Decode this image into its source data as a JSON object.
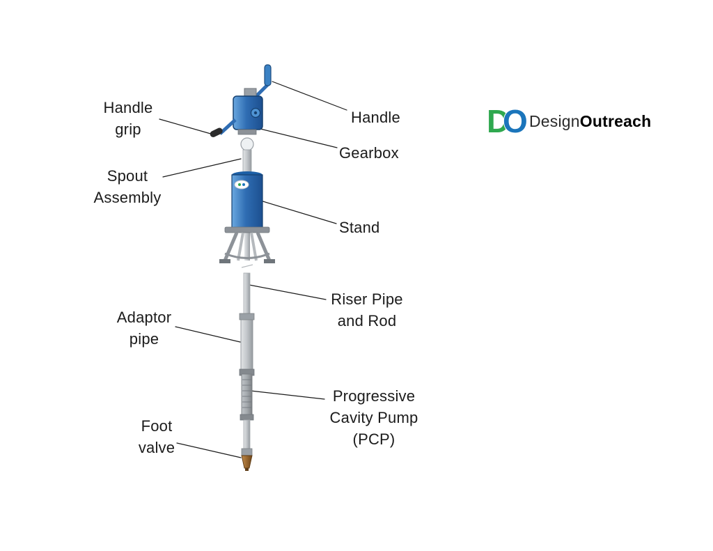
{
  "logo": {
    "icon": {
      "d": "D",
      "o": "O"
    },
    "name_regular": "Design",
    "name_bold": "Outreach"
  },
  "labels": {
    "handle_grip": "Handle\ngrip",
    "handle": "Handle",
    "gearbox": "Gearbox",
    "spout_assembly": "Spout\nAssembly",
    "stand": "Stand",
    "riser_pipe": "Riser Pipe\nand Rod",
    "adaptor_pipe": "Adaptor\npipe",
    "progressive_cavity_pump": "Progressive\nCavity Pump\n(PCP)",
    "foot_valve": "Foot\nvalve"
  },
  "colors": {
    "pump_blue": "#2f6db3",
    "pump_blue_dark": "#16406f",
    "steel_gray": "#9aa0a6",
    "bronze": "#8a5a28",
    "logo_green": "#2fa84f",
    "logo_blue": "#1b75bb",
    "text": "#1b1b1b"
  }
}
